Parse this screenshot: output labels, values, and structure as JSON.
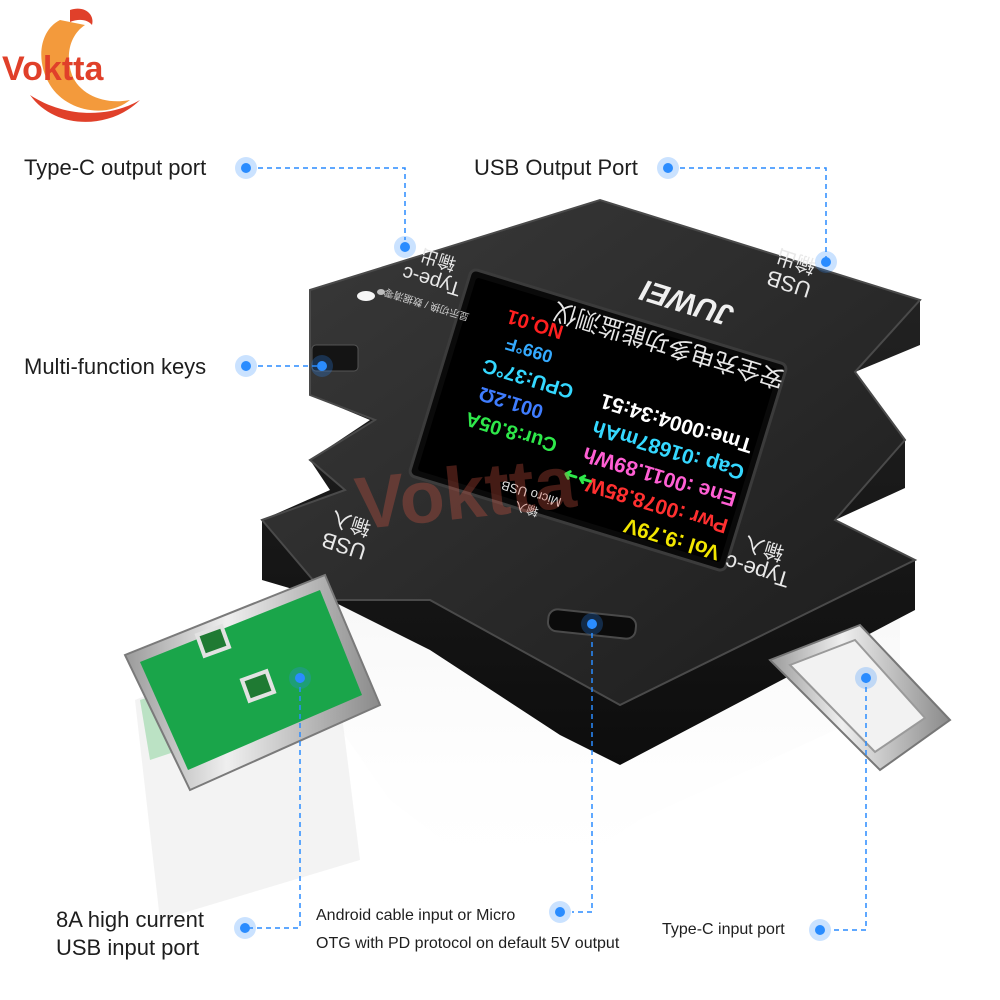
{
  "brand": {
    "logo_text": "Voktta",
    "watermark_text": "Voktta",
    "colors": {
      "accent": "#2a8cff",
      "logo": "#e0402a",
      "device": "#2b2b2b",
      "usb_insert": "#1aa54a"
    }
  },
  "device": {
    "brand_name": "JUWEI",
    "model_title": "安全充电多功能监测仪",
    "indicator_text": "显示切换 / 数据清零",
    "ports": {
      "top_left": {
        "line1": "Type-c",
        "line2": "输出"
      },
      "top_right": {
        "line1": "USB",
        "line2": "输出"
      },
      "bottom_left": {
        "line1": "USB",
        "line2": "输入"
      },
      "bottom_right": {
        "line1": "Type-c",
        "line2": "输入"
      },
      "micro": {
        "line1": "Micro USB",
        "line2": "输入"
      }
    },
    "screen": {
      "vol": "Vol :9.79V",
      "pwr": "Pwr :0078.85W",
      "ene": "Ene :0011.89Wh",
      "cap": "Cap :01687mAh",
      "tme": "Tme:0004:34:51",
      "cur": "Cur:8.05A",
      "res": "001.2Ω",
      "cpu": "CPU:37°C",
      "temp_f": "099°F",
      "no": "NO.01",
      "colors": {
        "vol": "#f2e600",
        "pwr": "#ff3030",
        "ene": "#ff5fd4",
        "cap": "#35d8ff",
        "tme": "#ffffff",
        "cur": "#2ee84a",
        "res": "#3f7dff",
        "cpu": "#35d8ff",
        "temp_f": "#35aaff",
        "no": "#ff2020"
      }
    }
  },
  "callouts": {
    "typec_output": "Type-C output port",
    "usb_output": "USB Output Port",
    "multi_keys": "Multi-function keys",
    "usb_input_line1": "8A high current",
    "usb_input_line2": "USB input port",
    "micro_line1": "Android cable input or Micro",
    "micro_line2": "OTG with PD protocol on default 5V output",
    "typec_input": "Type-C input port"
  }
}
